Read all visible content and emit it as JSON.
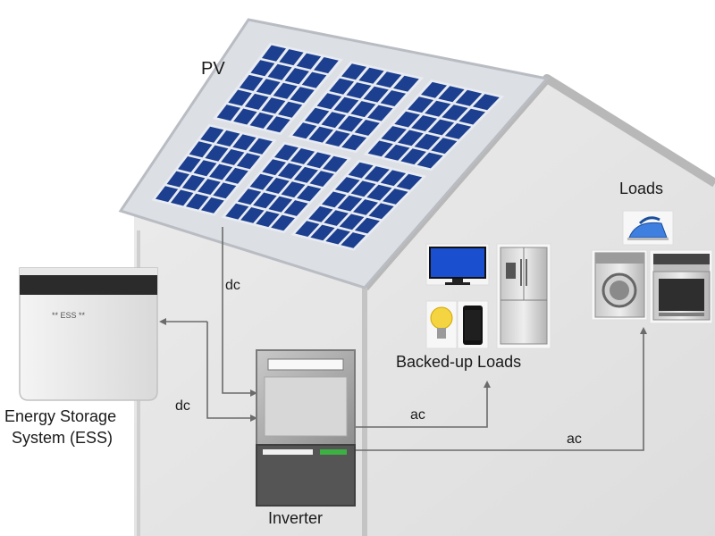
{
  "labels": {
    "pv": "PV",
    "loads": "Loads",
    "backed_up_loads": "Backed-up Loads",
    "ess_line1": "Energy Storage",
    "ess_line2": "System (ESS)",
    "inverter": "Inverter",
    "dc_pv": "dc",
    "dc_ess": "dc",
    "ac_backed": "ac",
    "ac_loads": "ac",
    "ess_badge": "** ESS **"
  },
  "colors": {
    "house_wall": "#dcdcdc",
    "house_outline": "#b8b8b8",
    "panel_cell": "#1d3f8f",
    "panel_frame": "#e8ecf2",
    "wire": "#6b6b6b",
    "inverter_body": "#9a9a9a",
    "inverter_base": "#555555",
    "inverter_led": "#3cb043"
  },
  "icons": {
    "tv": "television-icon",
    "bulb": "light-bulb-icon",
    "phone": "smartphone-icon",
    "fridge": "refrigerator-icon",
    "iron": "clothes-iron-icon",
    "washer": "washing-machine-icon",
    "stove": "stove-oven-icon"
  }
}
